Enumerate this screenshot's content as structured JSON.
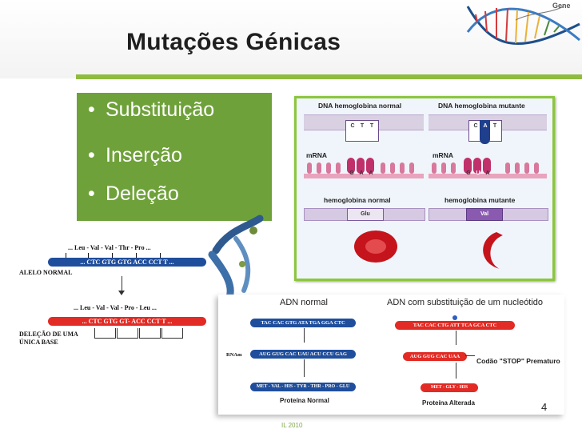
{
  "slide": {
    "title": "Mutações Génicas",
    "gene_label": "Gene",
    "bullets": [
      {
        "symbol": "•",
        "text": "Substituição"
      },
      {
        "symbol": "•",
        "text": "Inserção"
      },
      {
        "symbol": "•",
        "text": "Deleção"
      }
    ],
    "footer": "IL 2010",
    "page_number": "4"
  },
  "hemoglobin_panel": {
    "dna_normal": "DNA hemoglobina normal",
    "dna_mutant": "DNA hemoglobina mutante",
    "dna_normal_bases": [
      "C",
      "T",
      "T"
    ],
    "dna_mutant_bases": [
      "C",
      "A",
      "T"
    ],
    "mrna_label": "mRNA",
    "mrna_normal_bases": [
      "G",
      "A",
      "A"
    ],
    "mrna_mutant_bases": [
      "G",
      "U",
      "A"
    ],
    "hb_normal": "hemoglobina normal",
    "hb_mutant": "hemoglobina mutante",
    "amino_normal": "Glu",
    "amino_mutant": "Val"
  },
  "deletion_diagram": {
    "top_protein": "... Leu - Val - Val - Thr - Pro ...",
    "top_dna": "... CTC GTG GTG ACC CCT T ...",
    "normal_label": "ALELO NORMAL",
    "bottom_protein": "... Leu - Val - Val - Pro - Leu ...",
    "bottom_dna": "... CTC GTG GT- ACC CCT T ...",
    "deletion_label_1": "DELEÇÃO DE UMA",
    "deletion_label_2": "ÚNICA BASE"
  },
  "adn_panel": {
    "normal_heading": "ADN normal",
    "subst_heading": "ADN com substituição de um nucleótido",
    "rna_label": "RNAm",
    "normal_dna": "TAC CAC GTG ATA TGA GGA CTC",
    "normal_rna": "AUG GUG CAC UAU ACU CCU GAG",
    "normal_protein": "MET - VAL - HIS - TYR - THR - PRO - GLU",
    "normal_caption": "Proteína Normal",
    "mutant_dna": "TAC CAC CTG ATT TCA GCA CTC",
    "mutant_rna": "AUG GUG CAC UAA",
    "stop_label": "Codão \"STOP\" Prematuro",
    "mutant_protein": "MET - GLY - HIS",
    "mutant_caption": "Proteína Alterada"
  }
}
